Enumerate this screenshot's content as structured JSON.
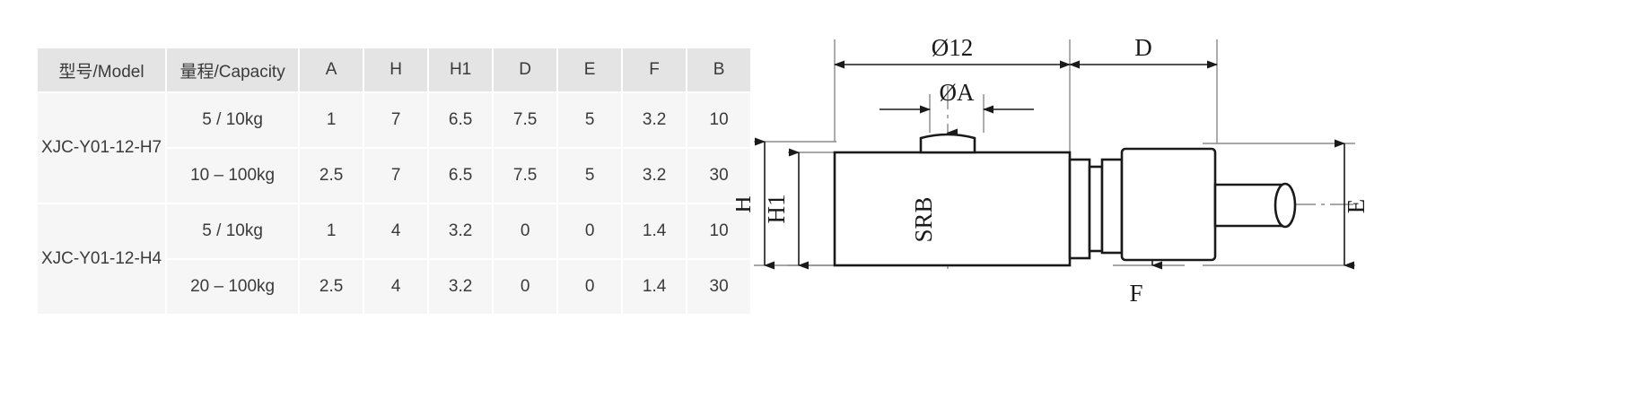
{
  "table": {
    "headers": [
      "型号/Model",
      "量程/Capacity",
      "A",
      "H",
      "H1",
      "D",
      "E",
      "F",
      "B"
    ],
    "groups": [
      {
        "model": "XJC-Y01-12-H7",
        "rows": [
          {
            "capacity": "5 / 10kg",
            "A": "1",
            "H": "7",
            "H1": "6.5",
            "D": "7.5",
            "E": "5",
            "F": "3.2",
            "B": "10"
          },
          {
            "capacity": "10 – 100kg",
            "A": "2.5",
            "H": "7",
            "H1": "6.5",
            "D": "7.5",
            "E": "5",
            "F": "3.2",
            "B": "30"
          }
        ]
      },
      {
        "model": "XJC-Y01-12-H4",
        "rows": [
          {
            "capacity": "5 / 10kg",
            "A": "1",
            "H": "4",
            "H1": "3.2",
            "D": "0",
            "E": "0",
            "F": "1.4",
            "B": "10"
          },
          {
            "capacity": "20 – 100kg",
            "A": "2.5",
            "H": "4",
            "H1": "3.2",
            "D": "0",
            "E": "0",
            "F": "1.4",
            "B": "30"
          }
        ]
      }
    ]
  },
  "drawing": {
    "labels": {
      "diameter_12": "Ø12",
      "diameter_A": "ØA",
      "D": "D",
      "H": "H",
      "H1": "H1",
      "body": "SRB",
      "F": "F",
      "E": "E"
    }
  },
  "colors": {
    "header_bg": "#e4e4e4",
    "cell_bg": "#f6f6f6",
    "text": "#3a3a3a",
    "line": "#1a1a1a",
    "thin_line": "#8a8a8a"
  }
}
